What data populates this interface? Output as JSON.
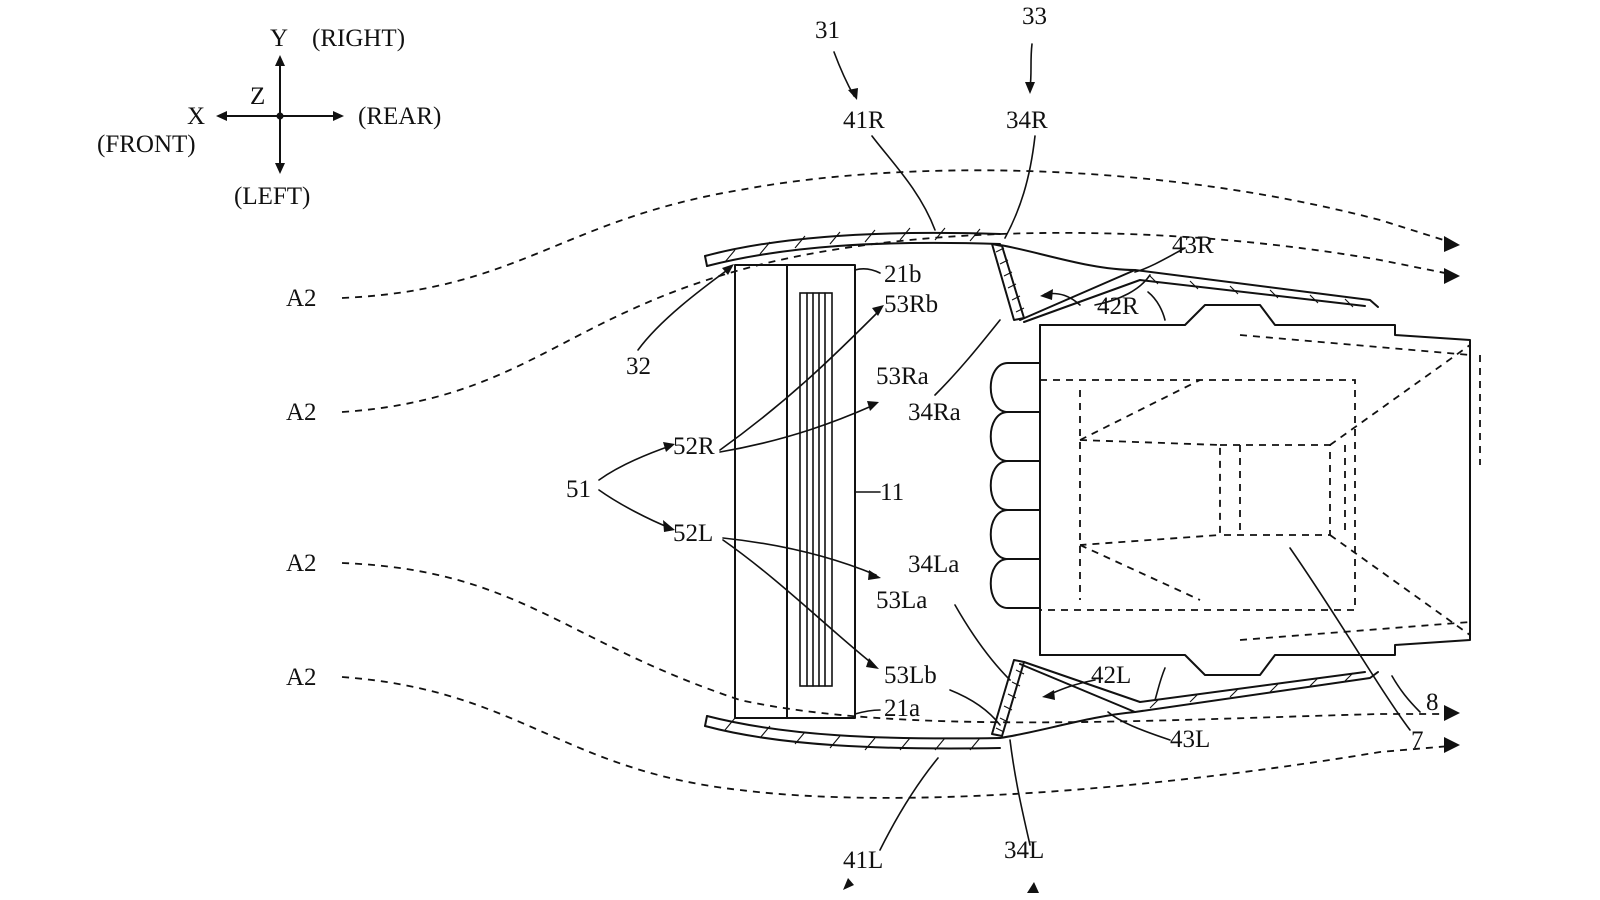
{
  "axes": {
    "y_axis": "Y",
    "y_dir": "(RIGHT)",
    "z_axis": "Z",
    "x_axis": "X",
    "x_front": "(FRONT)",
    "rear": "(REAR)",
    "left": "(LEFT)"
  },
  "labels": {
    "l31": "31",
    "l33": "33",
    "l41R": "41R",
    "l34R": "34R",
    "l43R": "43R",
    "l42R": "42R",
    "l21b": "21b",
    "l53Rb": "53Rb",
    "l32": "32",
    "l53Ra": "53Ra",
    "l34Ra": "34Ra",
    "l52R": "52R",
    "l51": "51",
    "l11": "11",
    "l52L": "52L",
    "l34La": "34La",
    "l53La": "53La",
    "l53Lb": "53Lb",
    "l42L": "42L",
    "l21a": "21a",
    "l43L": "43L",
    "l8": "8",
    "l7": "7",
    "l41L": "41L",
    "l34L": "34L",
    "a2_1": "A2",
    "a2_2": "A2",
    "a2_3": "A2",
    "a2_4": "A2"
  }
}
